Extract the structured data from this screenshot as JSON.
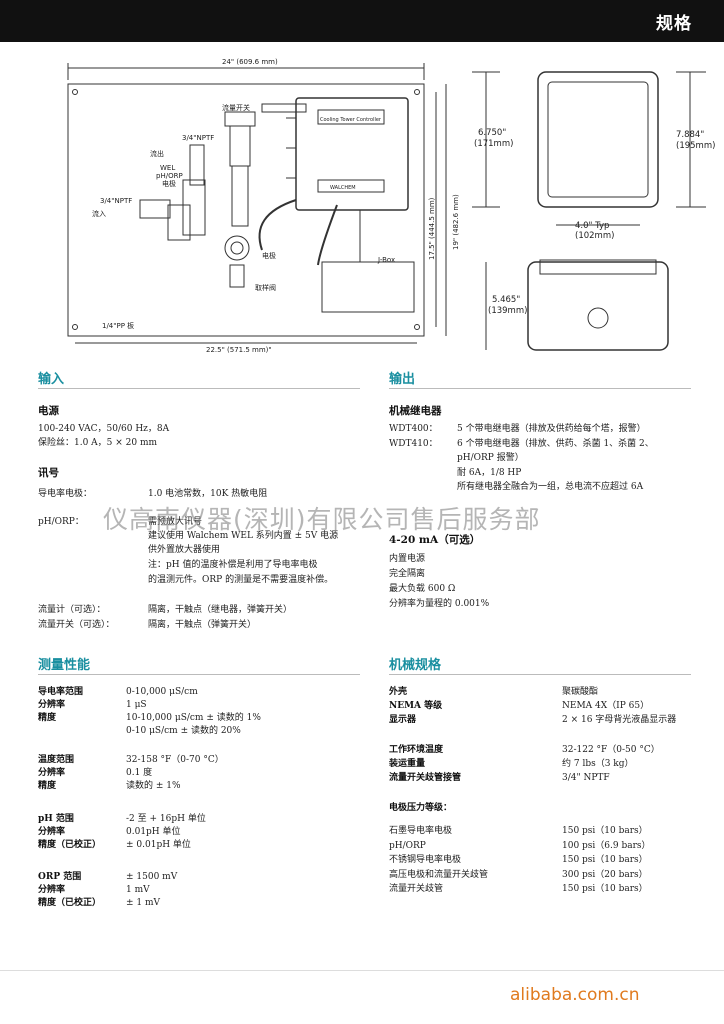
{
  "header": {
    "title": "规格"
  },
  "diagram": {
    "labels": {
      "width_top": "24\" (609.6 mm)",
      "flow_switch": "流量开关",
      "npt_top": "3/4\"NPTF",
      "outflow": "流出",
      "wel": "WEL",
      "phorp": "pH/ORP",
      "electrode_small": "电极",
      "npt_left": "3/4\"NPTF",
      "inflow": "流入",
      "electrode": "电极",
      "sampling_valve": "取样阀",
      "jbox": "J-Box",
      "pp_board": "1/4\"PP 板",
      "width_bottom": "22.5\" (571.5 mm)\"",
      "height_inner": "17.5\" (444.5 mm)",
      "height_outer": "19\" (482.6 mm)",
      "controller_title": "Cooling Tower Controller",
      "brand_small": "WALCHEM",
      "dim_a1": "6.750\"",
      "dim_a2": "(171mm)",
      "dim_b1": "7.884\"",
      "dim_b2": "(195mm)",
      "dim_c1": "4.0\" Typ",
      "dim_c2": "(102mm)",
      "dim_d1": "5.465\"",
      "dim_d2": "(139mm)"
    }
  },
  "input": {
    "heading": "输入",
    "power_title": "电源",
    "power_lines": [
      "100-240 VAC，50/60 Hz，8A",
      "保险丝：1.0 A，5 × 20 mm"
    ],
    "signal_title": "讯号",
    "cond_label": "导电率电极：",
    "cond_value": "1.0 电池常数，10K 热敏电阻",
    "phorp_label": "pH/ORP：",
    "phorp_lines": [
      "需预放大讯号",
      "建议使用 Walchem WEL 系列内置 ± 5V 电源",
      "供外置放大器使用",
      "注：pH 值的温度补偿是利用了导电率电极",
      "的温测元件。ORP 的测量是不需要温度补偿。"
    ],
    "flowmeter_label": "流量计（可选）：",
    "flowmeter_value": "隔离，干触点（继电器，弹簧开关）",
    "flowswitch_label": "流量开关（可选）：",
    "flowswitch_value": "隔离，干触点（弹簧开关）"
  },
  "output": {
    "heading": "输出",
    "relay_title": "机械继电器",
    "wdt400_label": "WDT400：",
    "wdt400_value": "5 个带电继电器（排放及供药给每个塔，报警）",
    "wdt410_label": "WDT410：",
    "wdt410_lines": [
      "6 个带电继电器（排放、供药、杀菌 1、杀菌 2、",
      "pH/ORP 报警）"
    ],
    "relay_lines": [
      "耐 6A，1/8 HP",
      "所有继电器全融合为一组，总电流不应超过 6A"
    ],
    "ma_title": "4-20 mA（可选）",
    "ma_lines": [
      "内置电源",
      "完全隔离",
      "最大负载 600 Ω",
      "分辨率为量程的 0.001%"
    ]
  },
  "measure": {
    "heading": "测量性能",
    "groups": [
      {
        "rows": [
          {
            "label": "导电率范围",
            "value": "0-10,000 μS/cm"
          },
          {
            "label": "分辨率",
            "value": "1 μS"
          },
          {
            "label": "精度",
            "value": "10-10,000 μS/cm ± 读数的 1%"
          },
          {
            "label": "",
            "value": "0-10 μS/cm ± 读数的 20%"
          }
        ]
      },
      {
        "rows": [
          {
            "label": "温度范围",
            "value": "32-158 °F（0-70 °C）"
          },
          {
            "label": "分辨率",
            "value": "0.1 度"
          },
          {
            "label": "精度",
            "value": "读数的 ± 1%"
          }
        ]
      },
      {
        "rows": [
          {
            "label": "pH 范围",
            "value": "-2 至 + 16pH 单位"
          },
          {
            "label": "分辨率",
            "value": "0.01pH 单位"
          },
          {
            "label": "精度（已校正）",
            "value": "± 0.01pH 单位"
          }
        ]
      },
      {
        "rows": [
          {
            "label": "ORP 范围",
            "value": "± 1500 mV"
          },
          {
            "label": "分辨率",
            "value": "1 mV"
          },
          {
            "label": "精度（已校正）",
            "value": "± 1 mV"
          }
        ]
      }
    ]
  },
  "mech": {
    "heading": "机械规格",
    "rows1": [
      {
        "label": "外壳",
        "value": "聚碳酸酯"
      },
      {
        "label": "NEMA 等级",
        "value": "NEMA 4X（IP 65）"
      },
      {
        "label": "显示器",
        "value": "2 × 16 字母背光液晶显示器"
      }
    ],
    "rows2": [
      {
        "label": "工作环境温度",
        "value": "32-122 °F（0-50 °C）"
      },
      {
        "label": "装运重量",
        "value": "约 7 lbs（3 kg）"
      },
      {
        "label": "流量开关歧管接管",
        "value": "3/4\" NPTF"
      }
    ],
    "pressure_title": "电极压力等级：",
    "pressure_rows": [
      {
        "label": "石墨导电率电极",
        "value": "150 psi（10 bars）"
      },
      {
        "label": "pH/ORP",
        "value": "100 psi（6.9 bars）"
      },
      {
        "label": "不锈钢导电率电极",
        "value": "150 psi（10 bars）"
      },
      {
        "label": "高压电极和流量开关歧管",
        "value": "300 psi（20 bars）"
      },
      {
        "label": "流量开关歧管",
        "value": "150 psi（10 bars）"
      }
    ]
  },
  "watermark": "仪高南仪器(深圳)有限公司售后服务部",
  "footer": {
    "brand": "alibaba.com.cn"
  },
  "colors": {
    "heading": "#1a8fa0",
    "topbar": "#111111",
    "brand": "#e07a1e"
  }
}
